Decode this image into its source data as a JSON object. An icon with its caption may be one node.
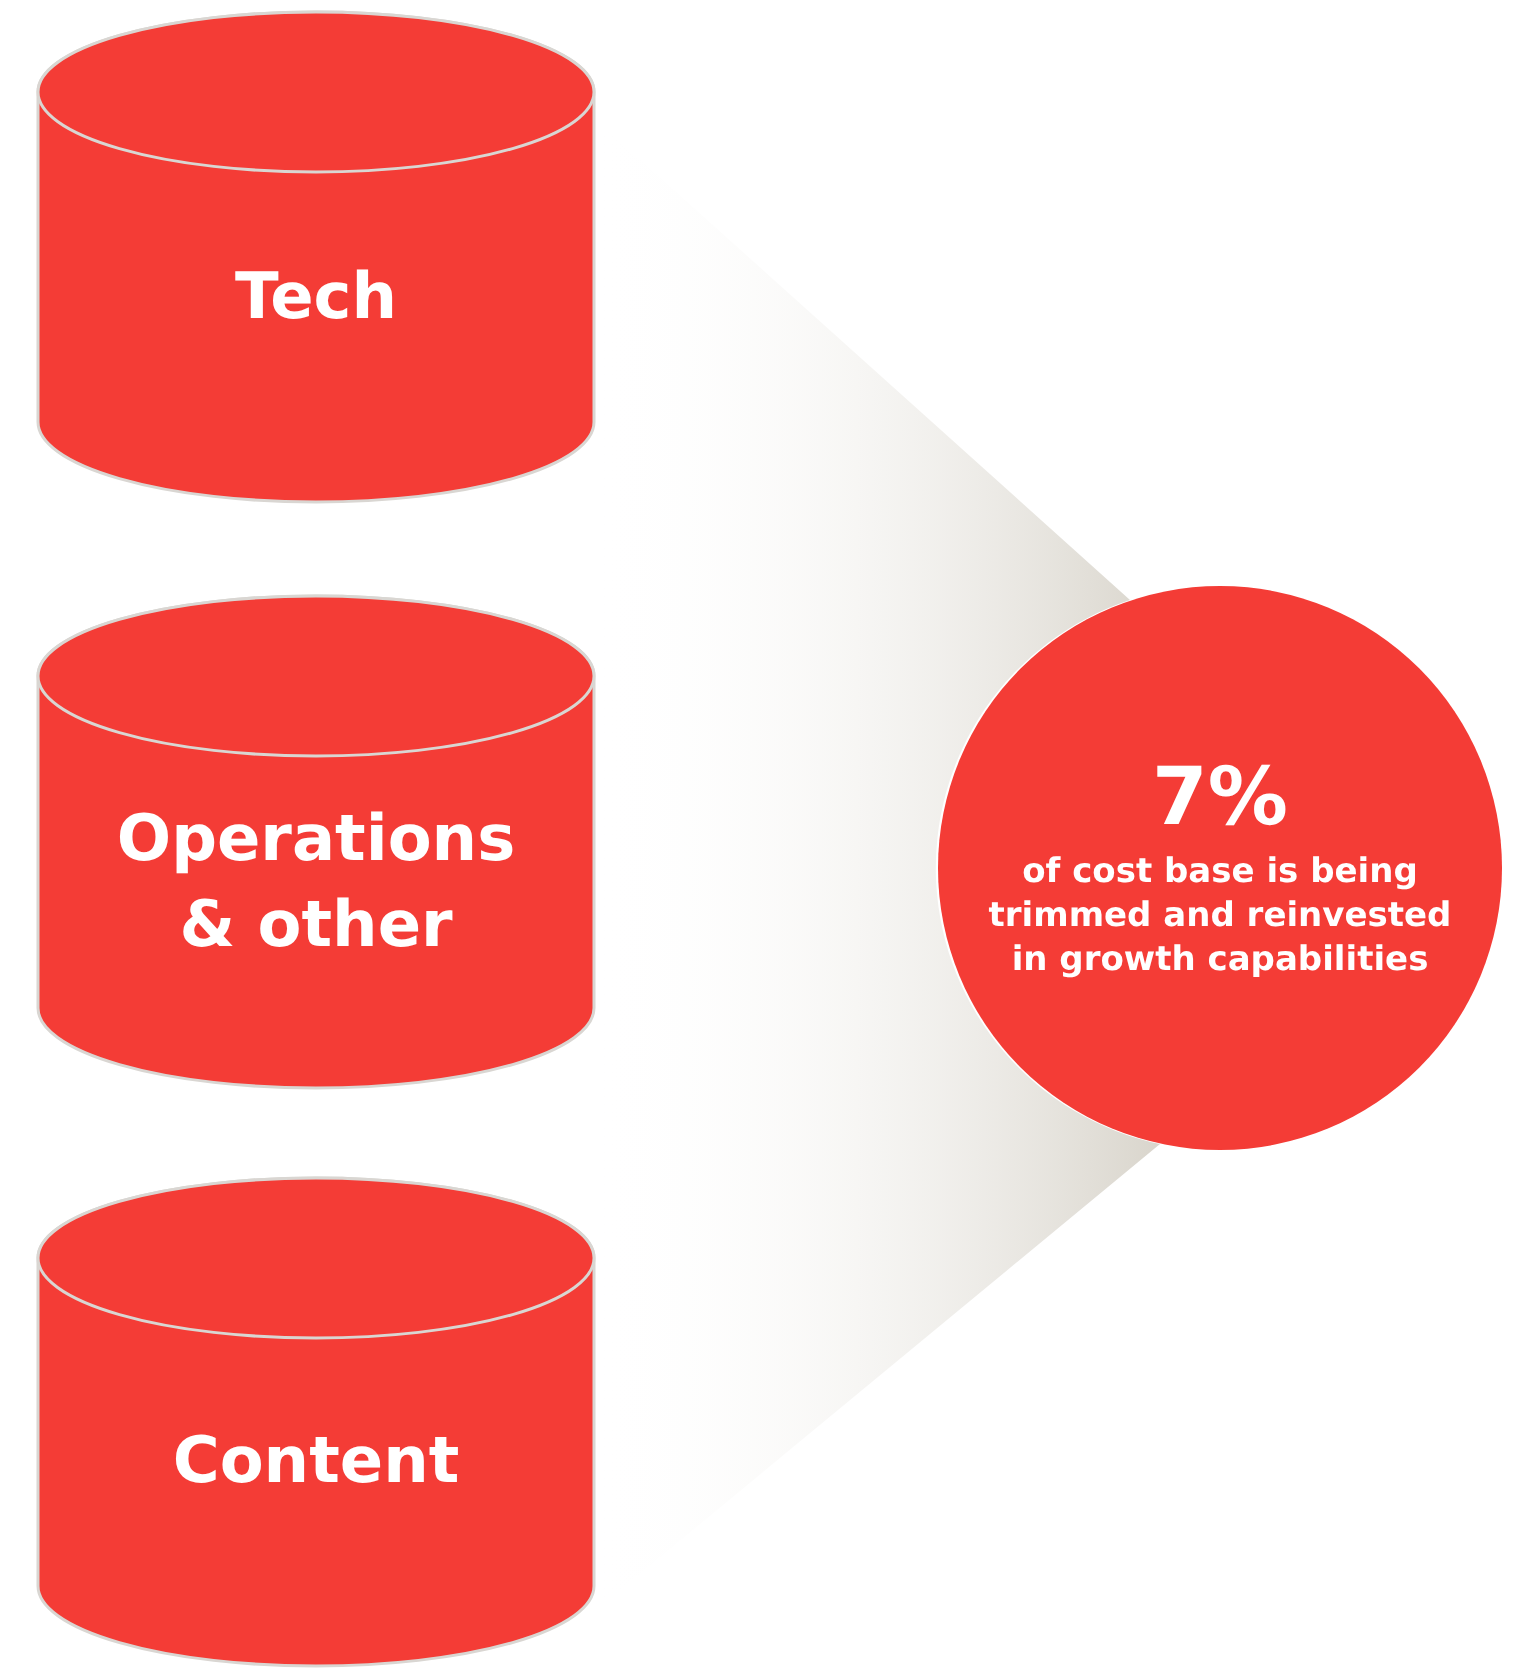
{
  "diagram": {
    "nodes": [
      {
        "text": [
          "Tech"
        ]
      },
      {
        "text": [
          "Operations & other"
        ]
      },
      {
        "text": [
          "Content"
        ]
      },
      {
        "text": [
          "7%",
          "of cost base is being trimmed and reinvested in growth capabilities"
        ]
      },
      {
        "text": [],
        "shape": "funnel"
      }
    ]
  }
}
